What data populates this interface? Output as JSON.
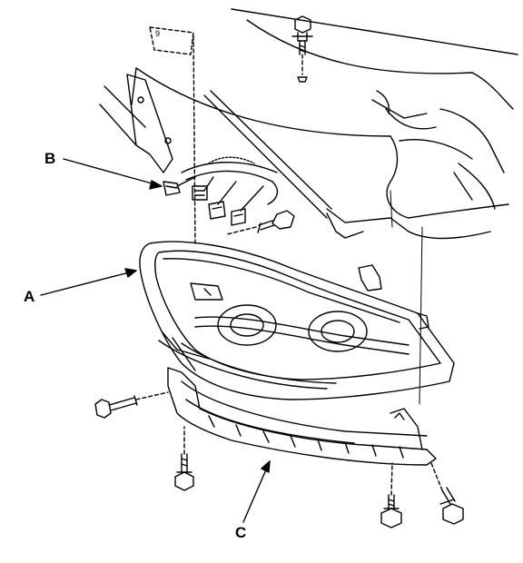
{
  "callouts": {
    "a": "A",
    "b": "B",
    "c": "C",
    "ref_mark": "9"
  },
  "colors": {
    "line": "#000000",
    "background": "#ffffff"
  }
}
